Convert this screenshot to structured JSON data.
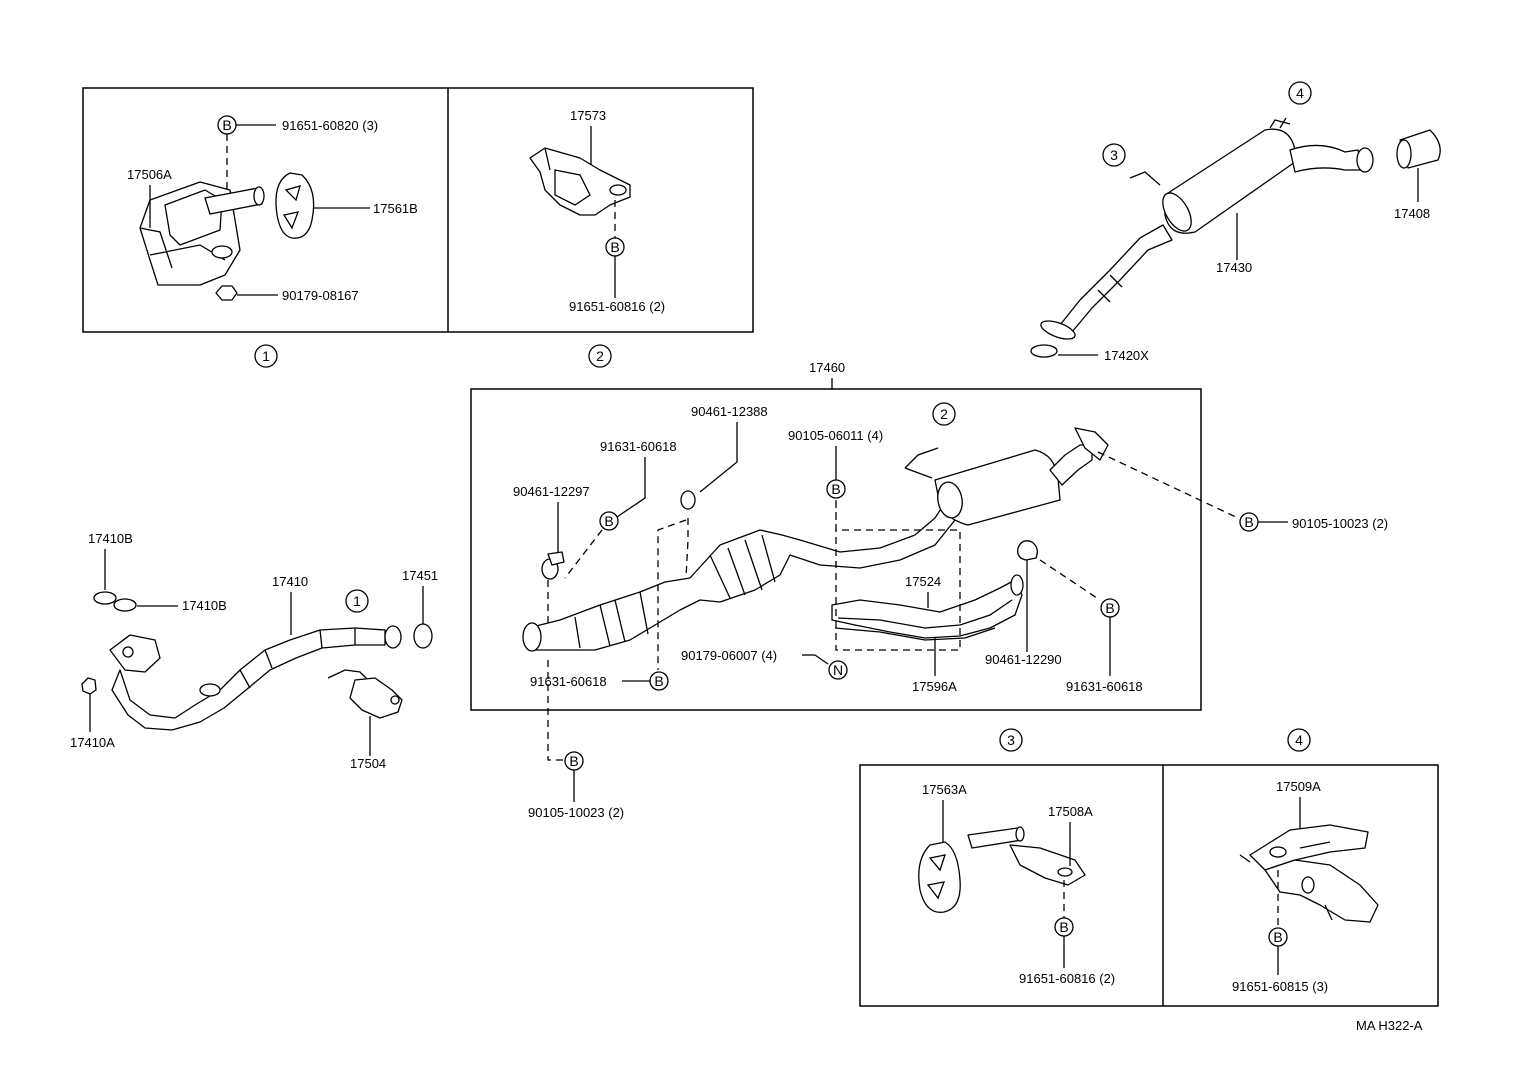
{
  "diagram_id": "MA H322-A",
  "callouts": {
    "one": "1",
    "two": "2",
    "three": "3",
    "four": "4"
  },
  "symbols": {
    "bolt": "B",
    "nut": "N"
  },
  "panel1": {
    "bracket": "17506A",
    "bolt": "91651-60820 (3)",
    "insulator": "17561B",
    "nut": "90179-08167"
  },
  "panel2": {
    "bracket": "17573",
    "bolt": "91651-60816 (2)"
  },
  "panel3": {
    "insulator": "17563A",
    "bracket": "17508A",
    "bolt": "91651-60816 (2)"
  },
  "panel4": {
    "bracket": "17509A",
    "bolt": "91651-60815 (3)"
  },
  "front_pipe": {
    "gasket_a": "17410B",
    "gasket_b": "17410B",
    "pipe": "17410",
    "ring": "17451",
    "nut": "17410A",
    "bracket": "17504"
  },
  "tail": {
    "muffler": "17430",
    "tip": "17408",
    "gasket": "17420X"
  },
  "center": {
    "assembly": "17460",
    "clamp_a": "90461-12388",
    "bolt_a": "91631-60618",
    "clamp_b": "90461-12297",
    "bolt_b": "90105-06011 (4)",
    "bolt_c": "90105-10023 (2)",
    "heat_insulator_upper": "17524",
    "heat_insulator_lower": "17596A",
    "nut_a": "90179-06007 (4)",
    "clamp_c": "90461-12290",
    "bolt_d": "91631-60618",
    "bolt_e": "91631-60618",
    "bolt_f": "90105-10023 (2)"
  }
}
